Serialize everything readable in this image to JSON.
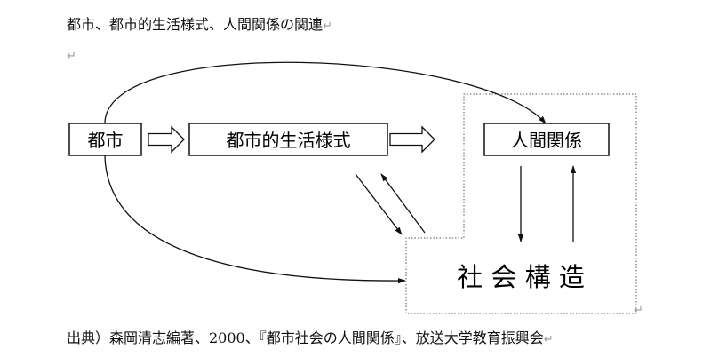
{
  "document": {
    "title": "都市、都市的生活様式、人間関係の関連",
    "source": "出典）森岡清志編著、2000、『都市社会の人間関係』、放送大学教育振興会",
    "paragraph_mark": "↵"
  },
  "diagram": {
    "nodes": {
      "city": "都市",
      "urban_lifestyle": "都市的生活様式",
      "human_relations": "人間関係",
      "social_structure": "社 会 構 造"
    }
  }
}
